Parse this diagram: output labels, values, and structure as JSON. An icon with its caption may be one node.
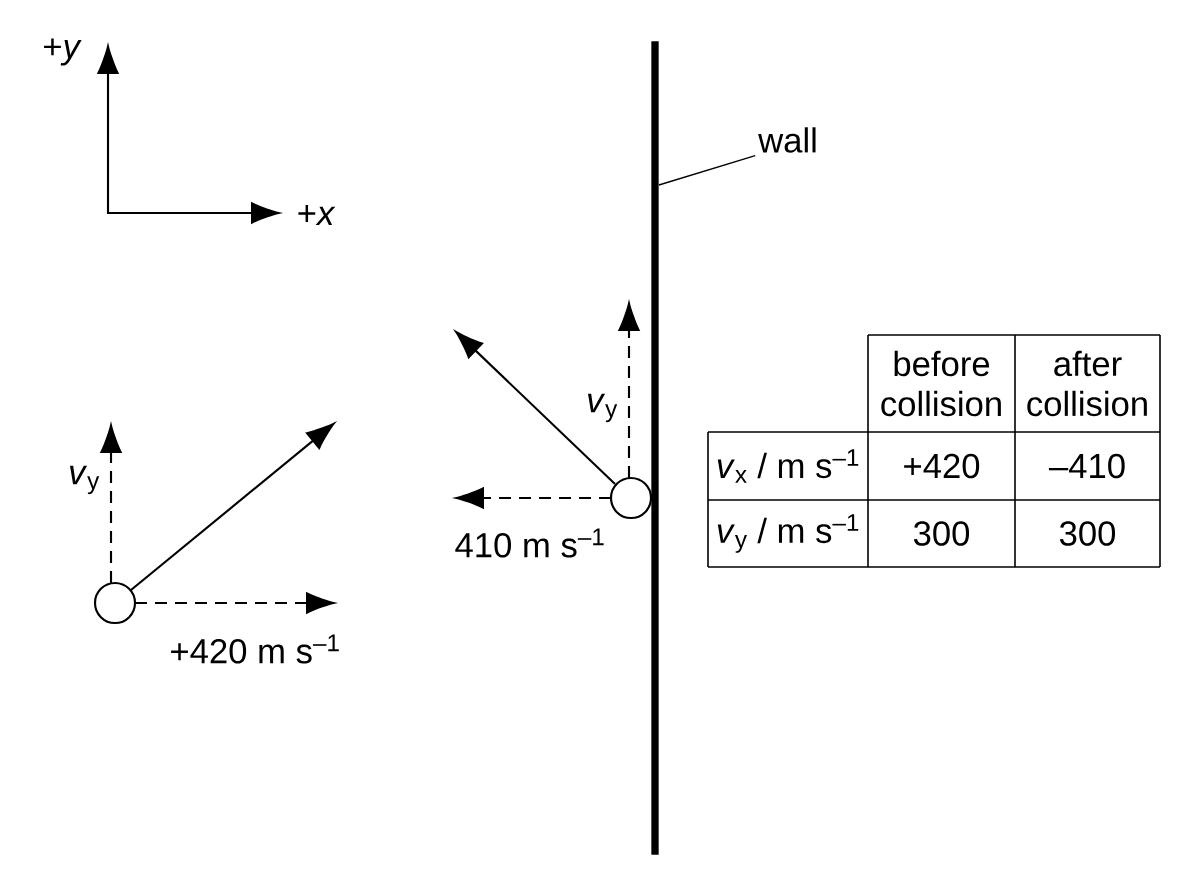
{
  "diagram": {
    "nodes": [
      {
        "text": [
          "wall"
        ]
      },
      {
        "text": [],
        "shape": "bar"
      }
    ],
    "edges": [
      {
        "from": 0,
        "to": 1,
        "arrow": "none"
      }
    ],
    "labels": [
      "+*y*",
      "+*x*",
      "*v*$_{y}$",
      "410 m s$^{–1}$",
      "*v*$_{y}$",
      "+420 m s$^{–1}$",
      "before collision",
      "after collision",
      "*v*$_{x}$ / m s$^{–1}$",
      "+420",
      "–410",
      "*v*$_{y}$ / m s$^{–1}$",
      "300",
      "300"
    ]
  }
}
